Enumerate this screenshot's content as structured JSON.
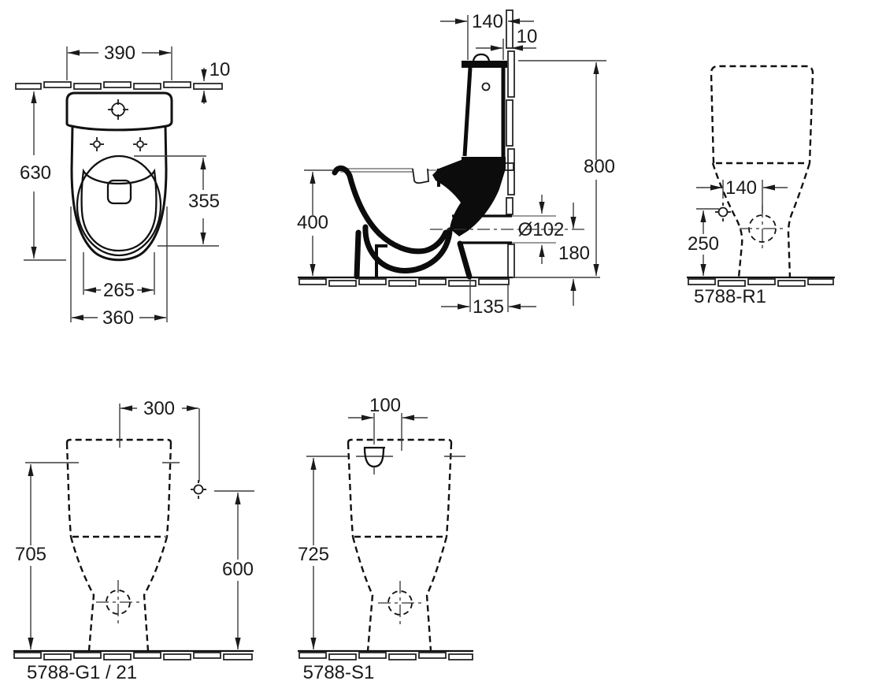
{
  "views": {
    "top": {
      "dims": {
        "overall_width": "390",
        "wall_thickness": "10",
        "overall_depth": "630",
        "seat_depth": "355",
        "inner_width": "265",
        "bowl_width": "360"
      }
    },
    "side": {
      "dims": {
        "tank_to_wall": "140",
        "rear_gap": "10",
        "overall_height": "800",
        "bowl_height": "400",
        "outlet_diameter": "Ø102",
        "outlet_height": "180",
        "outlet_to_wall": "135"
      }
    },
    "rear": {
      "label": "5788-R1",
      "dims": {
        "inlet_offset": "140",
        "inlet_height": "250"
      }
    },
    "front_g1": {
      "label": "5788-G1 / 21",
      "dims": {
        "hole_offset": "300",
        "cistern_height": "705",
        "hole_height": "600"
      }
    },
    "front_s1": {
      "label": "5788-S1",
      "dims": {
        "inlet_offset": "100",
        "cistern_height": "725"
      }
    }
  },
  "colors": {
    "line": "#111111",
    "dimension": "#3c3c3c",
    "background": "#ffffff"
  }
}
